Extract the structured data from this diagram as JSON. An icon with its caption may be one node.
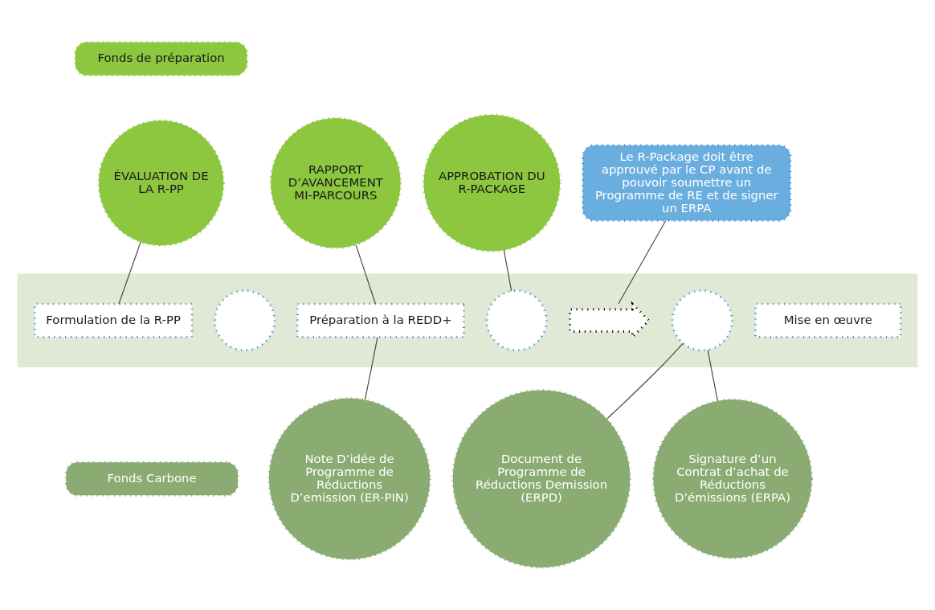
{
  "diagram": {
    "nodes": [
      {
        "text": [
          "Fonds de préparation"
        ]
      },
      {
        "text": [
          "ÉVALUATION DE LA R-PP"
        ]
      },
      {
        "text": [
          "RAPPORT D’AVANCEMENT MI-PARCOURS"
        ]
      },
      {
        "text": [
          "APPROBATION DU R-PACKAGE"
        ]
      },
      {
        "text": [
          "Le R-Package doit être approuvé par le CP avant de pouvoir soumettre un Programme de RE et de signer un ERPA"
        ]
      },
      {
        "text": [],
        "shape": "arrow"
      },
      {
        "text": [
          "Formulation de la R-PP"
        ],
        "in": 5
      },
      {
        "text": [],
        "shape": "circle",
        "in": 5
      },
      {
        "text": [
          "Préparation à la REDD+"
        ],
        "in": 5
      },
      {
        "text": [],
        "shape": "circle",
        "in": 5
      },
      {
        "text": [],
        "shape": "arrow",
        "in": 5
      },
      {
        "text": [],
        "shape": "circle",
        "in": 5
      },
      {
        "text": [
          "Mise en œuvre"
        ],
        "in": 5
      },
      {
        "text": [
          "Fonds Carbone"
        ]
      },
      {
        "text": [
          "Note D’idée de Programme de Réductions D’emission (ER-PIN)"
        ]
      },
      {
        "text": [
          "Document de Programme de Réductions Demission (ERPD)"
        ]
      },
      {
        "text": [
          "Signature d’un Contrat d’achat de Réductions D’émissions (ERPA)"
        ]
      }
    ],
    "edges": [
      {
        "from": 1,
        "to": 6,
        "arrow": "none"
      },
      {
        "from": 2,
        "to": 8,
        "arrow": "none"
      },
      {
        "from": 3,
        "to": 9,
        "arrow": "none"
      },
      {
        "from": 4,
        "to": 10,
        "arrow": "none"
      },
      {
        "from": 8,
        "to": 14,
        "arrow": "none"
      },
      {
        "from": 11,
        "to": 15,
        "arrow": "none"
      },
      {
        "from": 11,
        "to": 16,
        "arrow": "none"
      }
    ]
  }
}
